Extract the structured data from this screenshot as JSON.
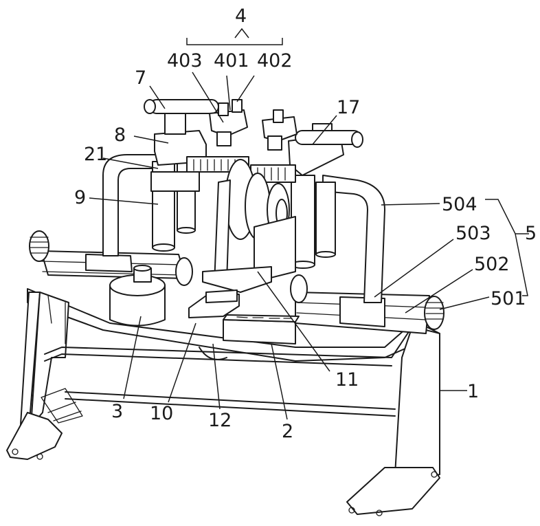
{
  "colors": {
    "ink": "#1a1a1a",
    "paper": "#ffffff"
  },
  "labels": {
    "n1": "1",
    "n2": "2",
    "n3": "3",
    "n4": "4",
    "n5": "5",
    "n7": "7",
    "n8": "8",
    "n9": "9",
    "n10": "10",
    "n11": "11",
    "n12": "12",
    "n17": "17",
    "n21": "21",
    "n401": "401",
    "n402": "402",
    "n403": "403",
    "n501": "501",
    "n502": "502",
    "n503": "503",
    "n504": "504"
  }
}
